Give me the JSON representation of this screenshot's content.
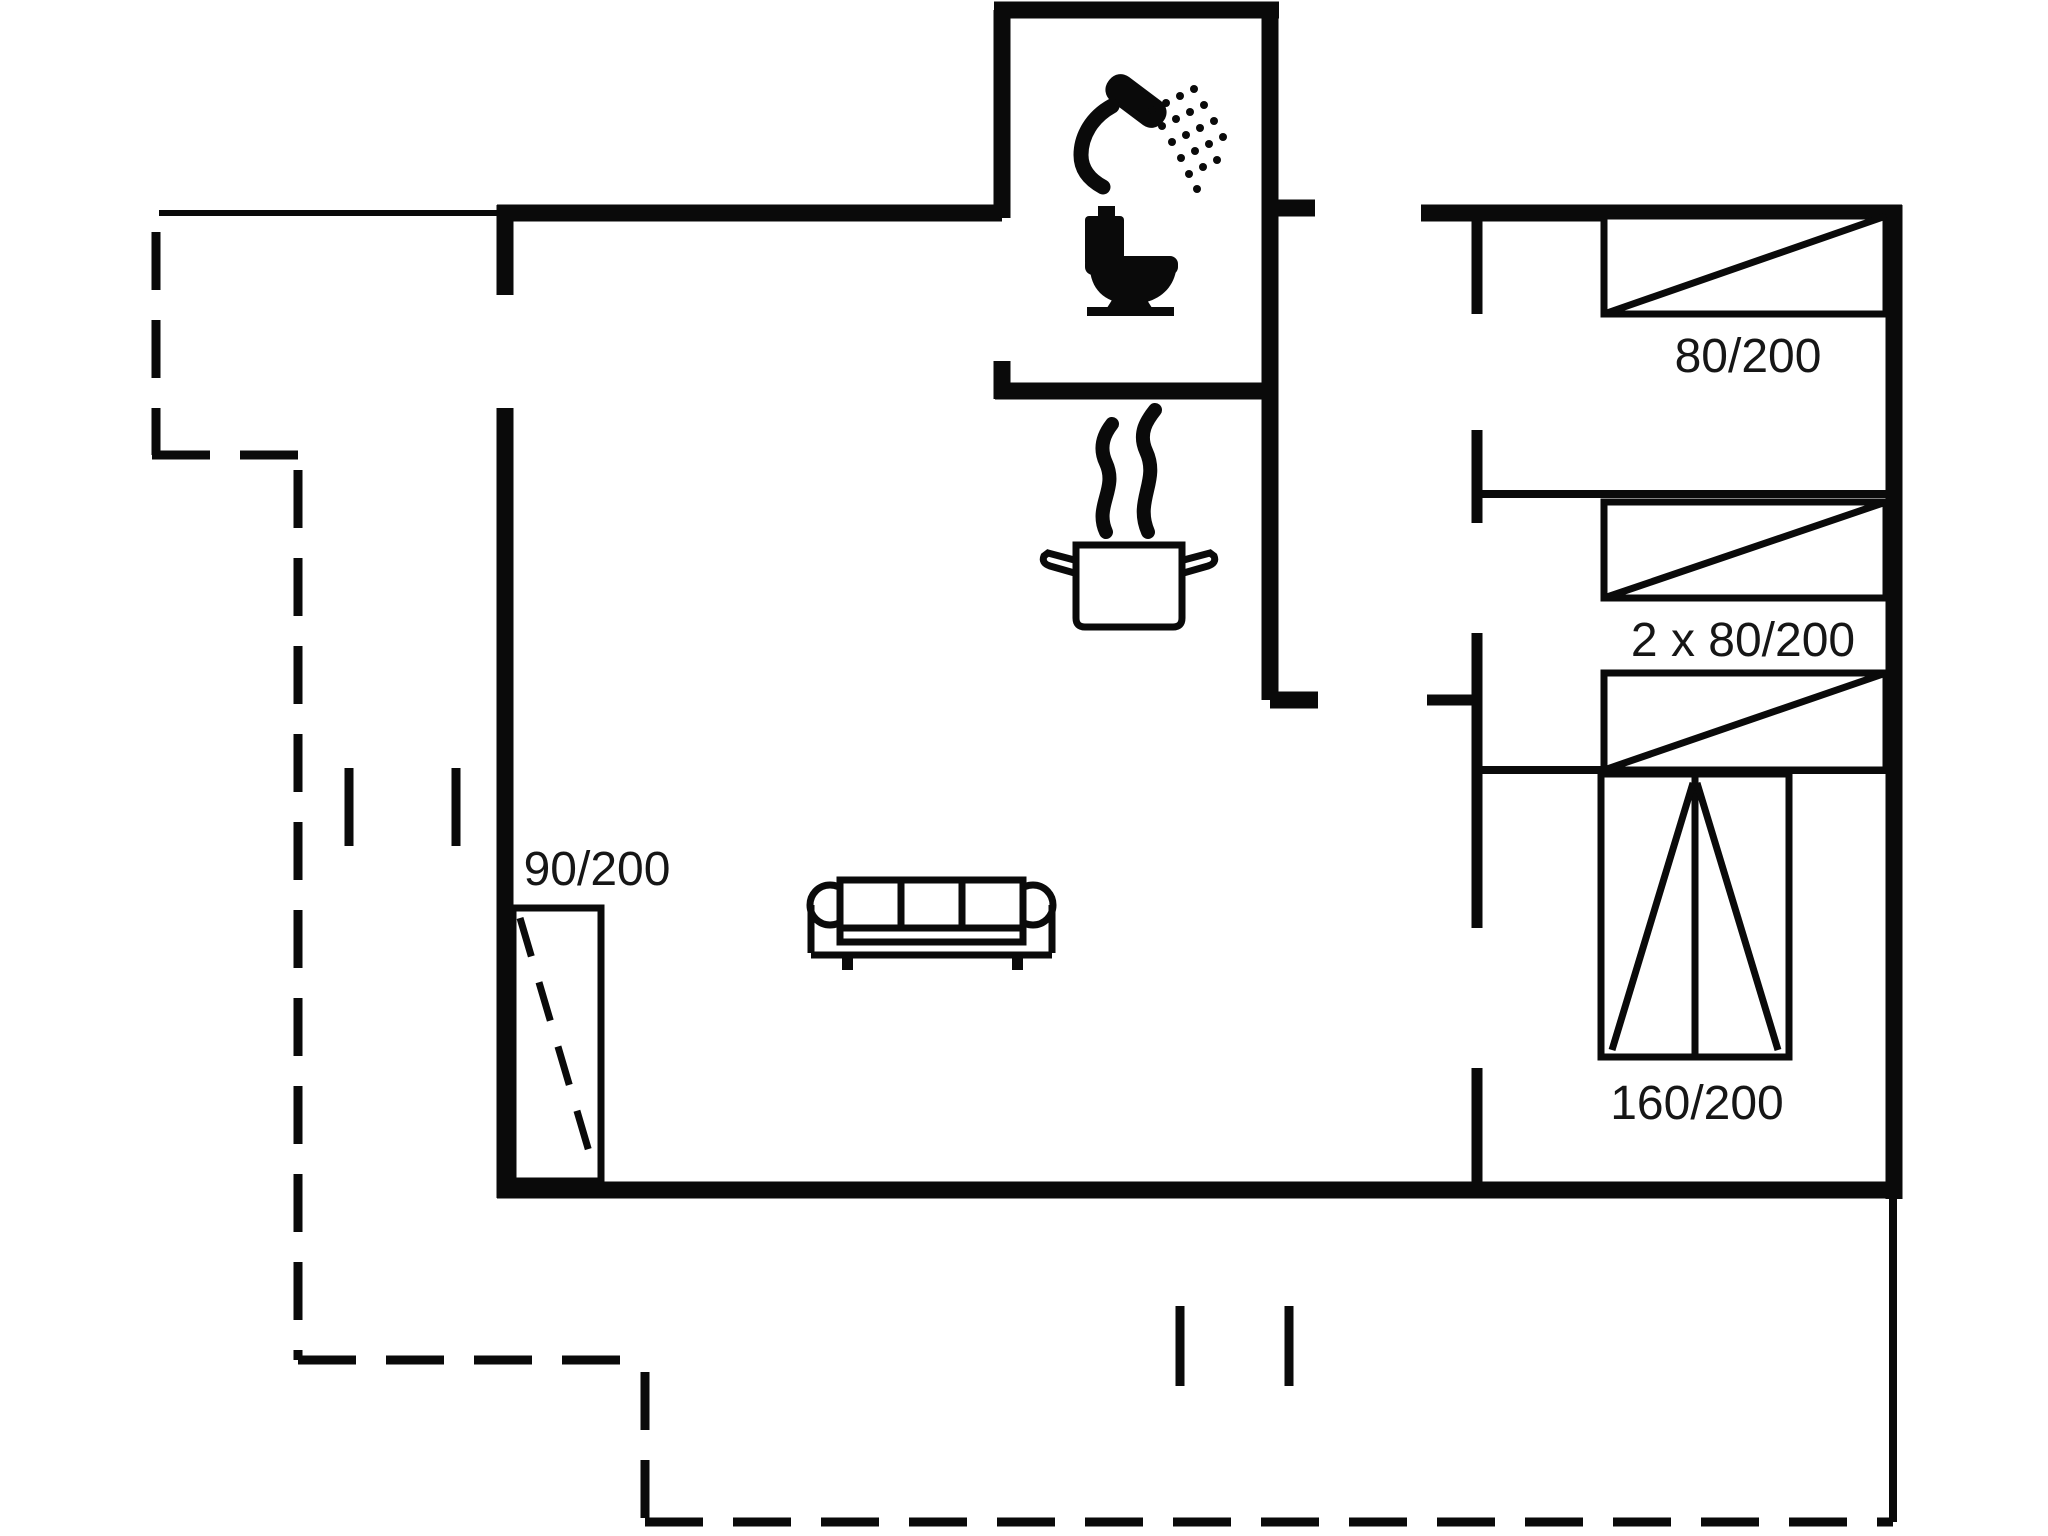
{
  "page": {
    "type": "floor-plan",
    "background": "#ffffff",
    "line_color": "#0a0a0a",
    "steam_color": "#b4b4b4"
  },
  "labels": {
    "bedroom_top_bed": "80/200",
    "bedroom_middle_beds": "2 x 80/200",
    "bedroom_bottom_bed": "160/200",
    "living_room_door": "90/200"
  },
  "icons": {
    "bathroom": [
      "shower-icon",
      "toilet-icon"
    ],
    "kitchen": [
      "cooking-pot-icon",
      "steam-icon"
    ],
    "living_room": [
      "sofa-icon"
    ]
  }
}
